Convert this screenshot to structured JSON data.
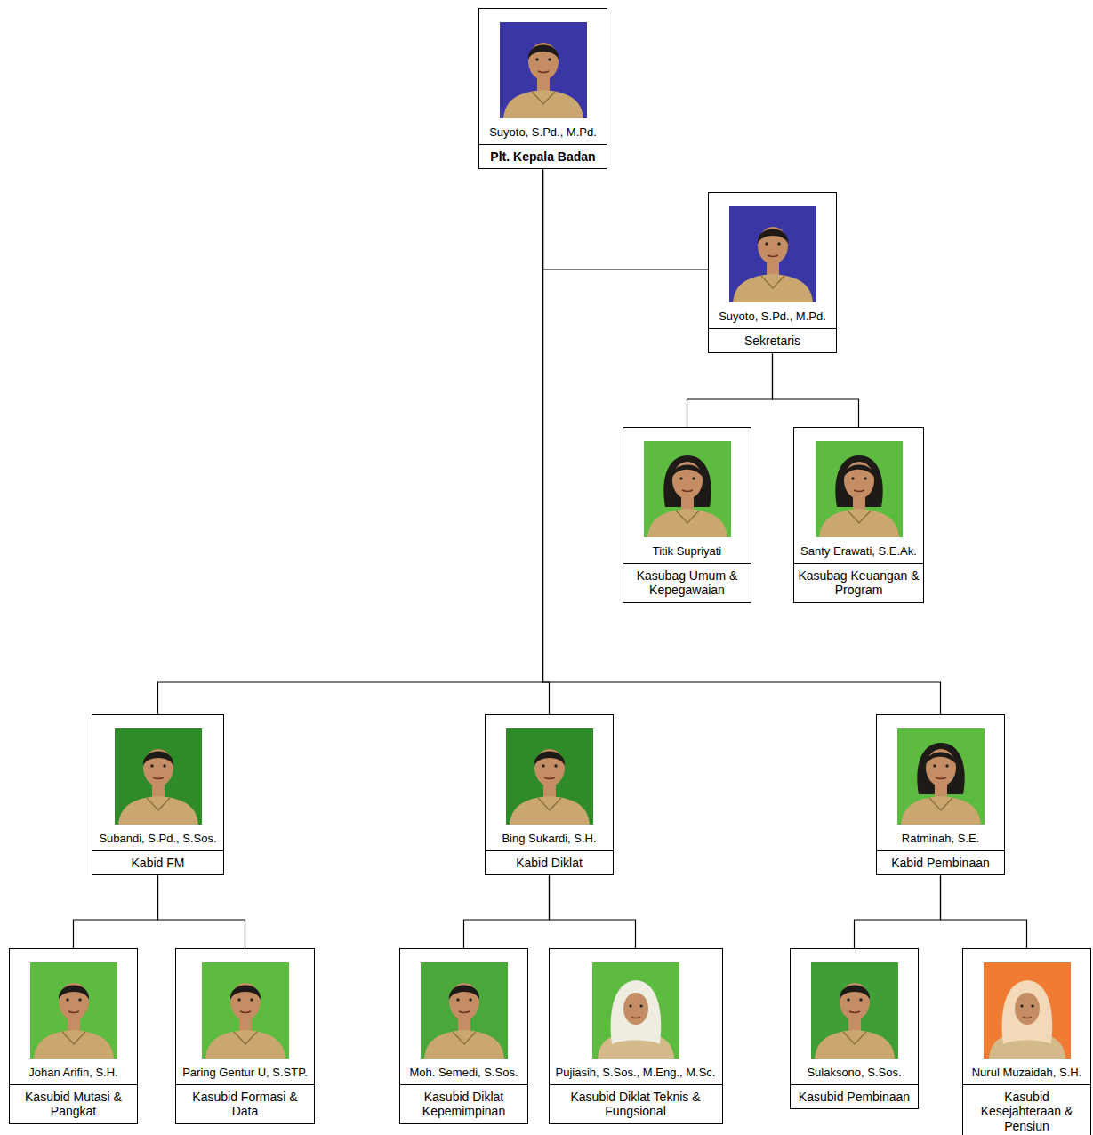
{
  "diagram": {
    "nodes": [
      {
        "text": [
          "Suyoto, S.Pd., M.Pd.",
          "Plt. Kepala Badan"
        ]
      },
      {
        "text": [
          "Suyoto, S.Pd., M.Pd.",
          "Sekretaris"
        ]
      },
      {
        "text": [
          "Titik Supriyati",
          "Kasubag Umum & Kepegawaian"
        ]
      },
      {
        "text": [
          "Santy Erawati, S.E.Ak.",
          "Kasubag Keuangan & Program"
        ]
      },
      {
        "text": [
          "Subandi, S.Pd., S.Sos.",
          "Kabid FM"
        ]
      },
      {
        "text": [
          "Bing Sukardi, S.H.",
          "Kabid Diklat"
        ]
      },
      {
        "text": [
          "Ratminah, S.E.",
          "Kabid Pembinaan"
        ]
      },
      {
        "text": [
          "Johan Arifin, S.H.",
          "Kasubid Mutasi & Pangkat"
        ]
      },
      {
        "text": [
          "Paring Gentur U, S.STP.",
          "Kasubid Formasi & Data"
        ]
      },
      {
        "text": [
          "Moh. Semedi, S.Sos.",
          "Kasubid Diklat Kepemimpinan"
        ]
      },
      {
        "text": [
          "Pujiasih, S.Sos., M.Eng., M.Sc.",
          "Kasubid Diklat Teknis & Fungsional"
        ]
      },
      {
        "text": [
          "Sulaksono, S.Sos.",
          "Kasubid Pembinaan"
        ]
      },
      {
        "text": [
          "Nurul Muzaidah, S.H.",
          "Kasubid Kesejahteraan & Pensiun"
        ]
      }
    ],
    "edges": [
      {
        "from": 0,
        "to": 1,
        "arrow": "none"
      },
      {
        "from": 1,
        "to": 2,
        "arrow": "none"
      },
      {
        "from": 1,
        "to": 3,
        "arrow": "none"
      },
      {
        "from": 0,
        "to": 4,
        "arrow": "none"
      },
      {
        "from": 0,
        "to": 5,
        "arrow": "none"
      },
      {
        "from": 0,
        "to": 6,
        "arrow": "none"
      },
      {
        "from": 4,
        "to": 7,
        "arrow": "none"
      },
      {
        "from": 4,
        "to": 8,
        "arrow": "none"
      },
      {
        "from": 5,
        "to": 9,
        "arrow": "none"
      },
      {
        "from": 5,
        "to": 10,
        "arrow": "none"
      },
      {
        "from": 6,
        "to": 11,
        "arrow": "none"
      },
      {
        "from": 6,
        "to": 12,
        "arrow": "none"
      }
    ]
  }
}
